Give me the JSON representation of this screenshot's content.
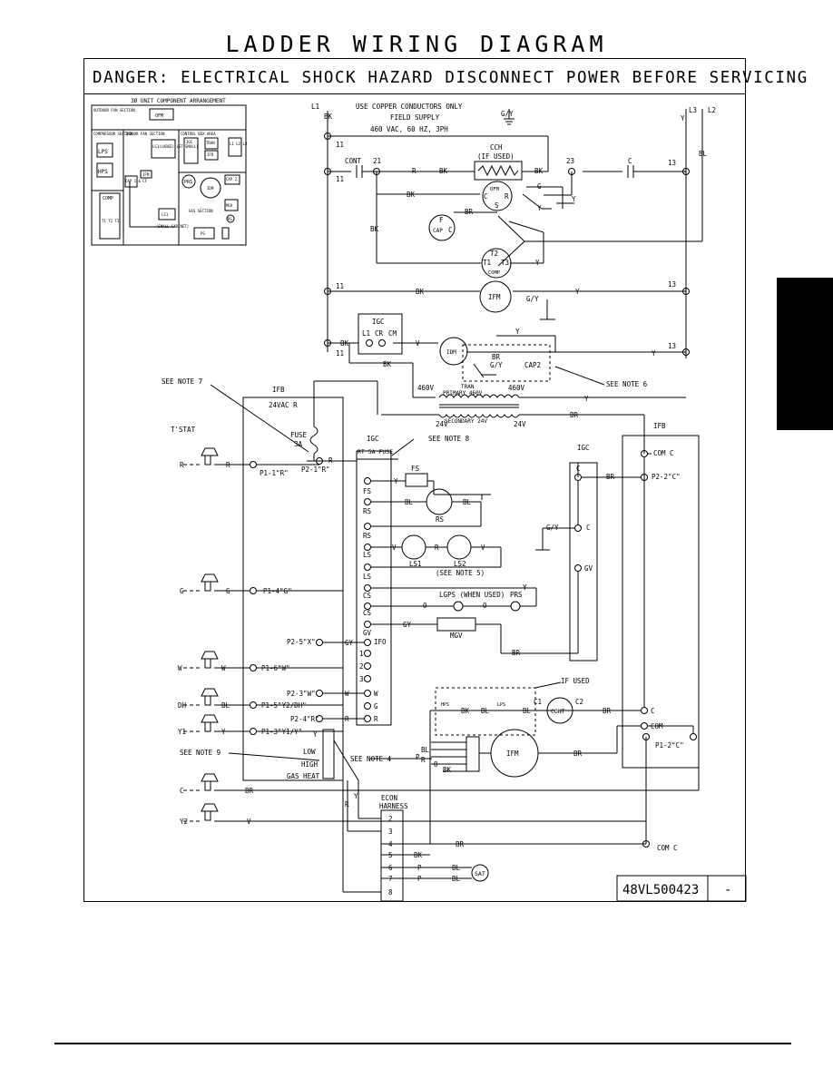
{
  "title": "LADDER WIRING DIAGRAM",
  "danger": "DANGER: ELECTRICAL SHOCK HAZARD DISCONNECT POWER BEFORE SERVICING",
  "doc_number": "48VL500423",
  "revision": "-",
  "arrangement": {
    "title": "3Ø UNIT COMPONENT ARRANGEMENT",
    "outdoor_fan": "OUTDOOR FAN SECTION",
    "ofm": "OFM",
    "compressor_section": "COMPRESSOR SECTION",
    "lps": "LPS",
    "hps": "HPS",
    "comp": "COMP",
    "t_terms": "T1 T2 T3",
    "indoor_fan": "INDOOR FAN SECTION",
    "ls_note": "LS1(LARGE) LS7(SMALL)",
    "ifm": "IFM",
    "cap": "CAP 1 & CF",
    "ls1": "LS1",
    "small_cabinet": "(SMALL CABINET)",
    "control_box": "CONTROL BOX AREA",
    "igc": "IGC",
    "tran": "TRAN",
    "ifr": "IFR",
    "l_terms": "L1 L2 L3",
    "prs": "PRS",
    "idm": "IDM",
    "cap2": "CAP 2",
    "gas_section": "GAS SECTION",
    "rs": "RS",
    "mgv": "MGV",
    "ps": "PS"
  },
  "power": {
    "l1": "L1",
    "l3": "L3",
    "l2": "L2",
    "note": "USE COPPER CONDUCTORS ONLY",
    "supply": "FIELD SUPPLY",
    "volts": "460 VAC, 60 HZ, 3PH",
    "gnd": "G/Y",
    "bk": "BK",
    "bl": "BL",
    "y": "Y",
    "r": "R",
    "br": "BR",
    "g": "G",
    "gy": "GY",
    "v": "V",
    "p": "P",
    "o": "O",
    "n11": "11",
    "n13": "13",
    "n21": "21",
    "n23": "23"
  },
  "components": {
    "cont": "CONT",
    "cch": "CCH",
    "if_used_paren": "(IF USED)",
    "c": "C",
    "ofm": "OFM",
    "cap": "CAP",
    "f": "F",
    "s": "S",
    "t1": "T1",
    "t2": "T2",
    "t3": "T3",
    "comp": "COMP",
    "ifm": "IFM",
    "igc": "IGC",
    "l1": "L1",
    "cr": "CR",
    "cm": "CM",
    "idm": "IDM",
    "cap2": "CAP2",
    "see_note_6": "SEE NOTE 6",
    "see_note_7": "SEE NOTE 7",
    "see_note_8": "SEE NOTE 8",
    "see_note_5": "(SEE NOTE 5)",
    "see_note_9": "SEE NOTE 9",
    "see_note_4": "SEE NOTE 4",
    "tran": "TRAN",
    "primary": "PRIMARY 460V",
    "secondary": "SECONDARY 24V",
    "v460": "460V",
    "v24": "24V",
    "ifb": "IFB",
    "vac24": "24VAC R",
    "fuse": "FUSE",
    "fuse_amp": "3A",
    "rt5a": "RT 5A FUSE",
    "tstat": "T'STAT",
    "fs": "FS",
    "rs": "RS",
    "ls": "LS",
    "ls1": "LS1",
    "ls2": "LS2",
    "cs": "CS",
    "gv": "GV",
    "ifo": "IFO",
    "lgps": "LGPS (WHEN USED)",
    "prs": "PRS",
    "mgv": "MGV",
    "if_used": "IF USED",
    "hps": "HPS",
    "lps": "LPS",
    "c1": "C1",
    "c2": "C2",
    "com": "COM",
    "com_c": "COM C",
    "p2_2c": "P2-2\"C\"",
    "p1_2c": "P1-2\"C\"",
    "low": "LOW",
    "high": "HIGH",
    "gas_heat": "GAS HEAT",
    "econ": "ECON",
    "harness": "HARNESS",
    "sat": "SAT"
  },
  "pins": {
    "p1_1r": "P1-1\"R\"",
    "p2_1r": "P2-1\"R\"",
    "p1_4g": "P1-4\"G\"",
    "p2_5x": "P2-5\"X\"",
    "p1_6w": "P1-6\"W\"",
    "p2_3w": "P2-3\"W\"",
    "p1_5": "P1-5\"Y2/DH\"",
    "p2_4r": "P2-4\"R\"",
    "p1_3": "P1-3\"Y1/Y\"",
    "r": "R",
    "g": "G",
    "w": "W",
    "dh": "DH",
    "y1": "Y1",
    "c": "C",
    "y2": "Y2",
    "n1": "1",
    "n2": "2",
    "n3": "3",
    "n4": "4",
    "n5": "5",
    "n6": "6",
    "n7": "7",
    "n8": "8"
  }
}
